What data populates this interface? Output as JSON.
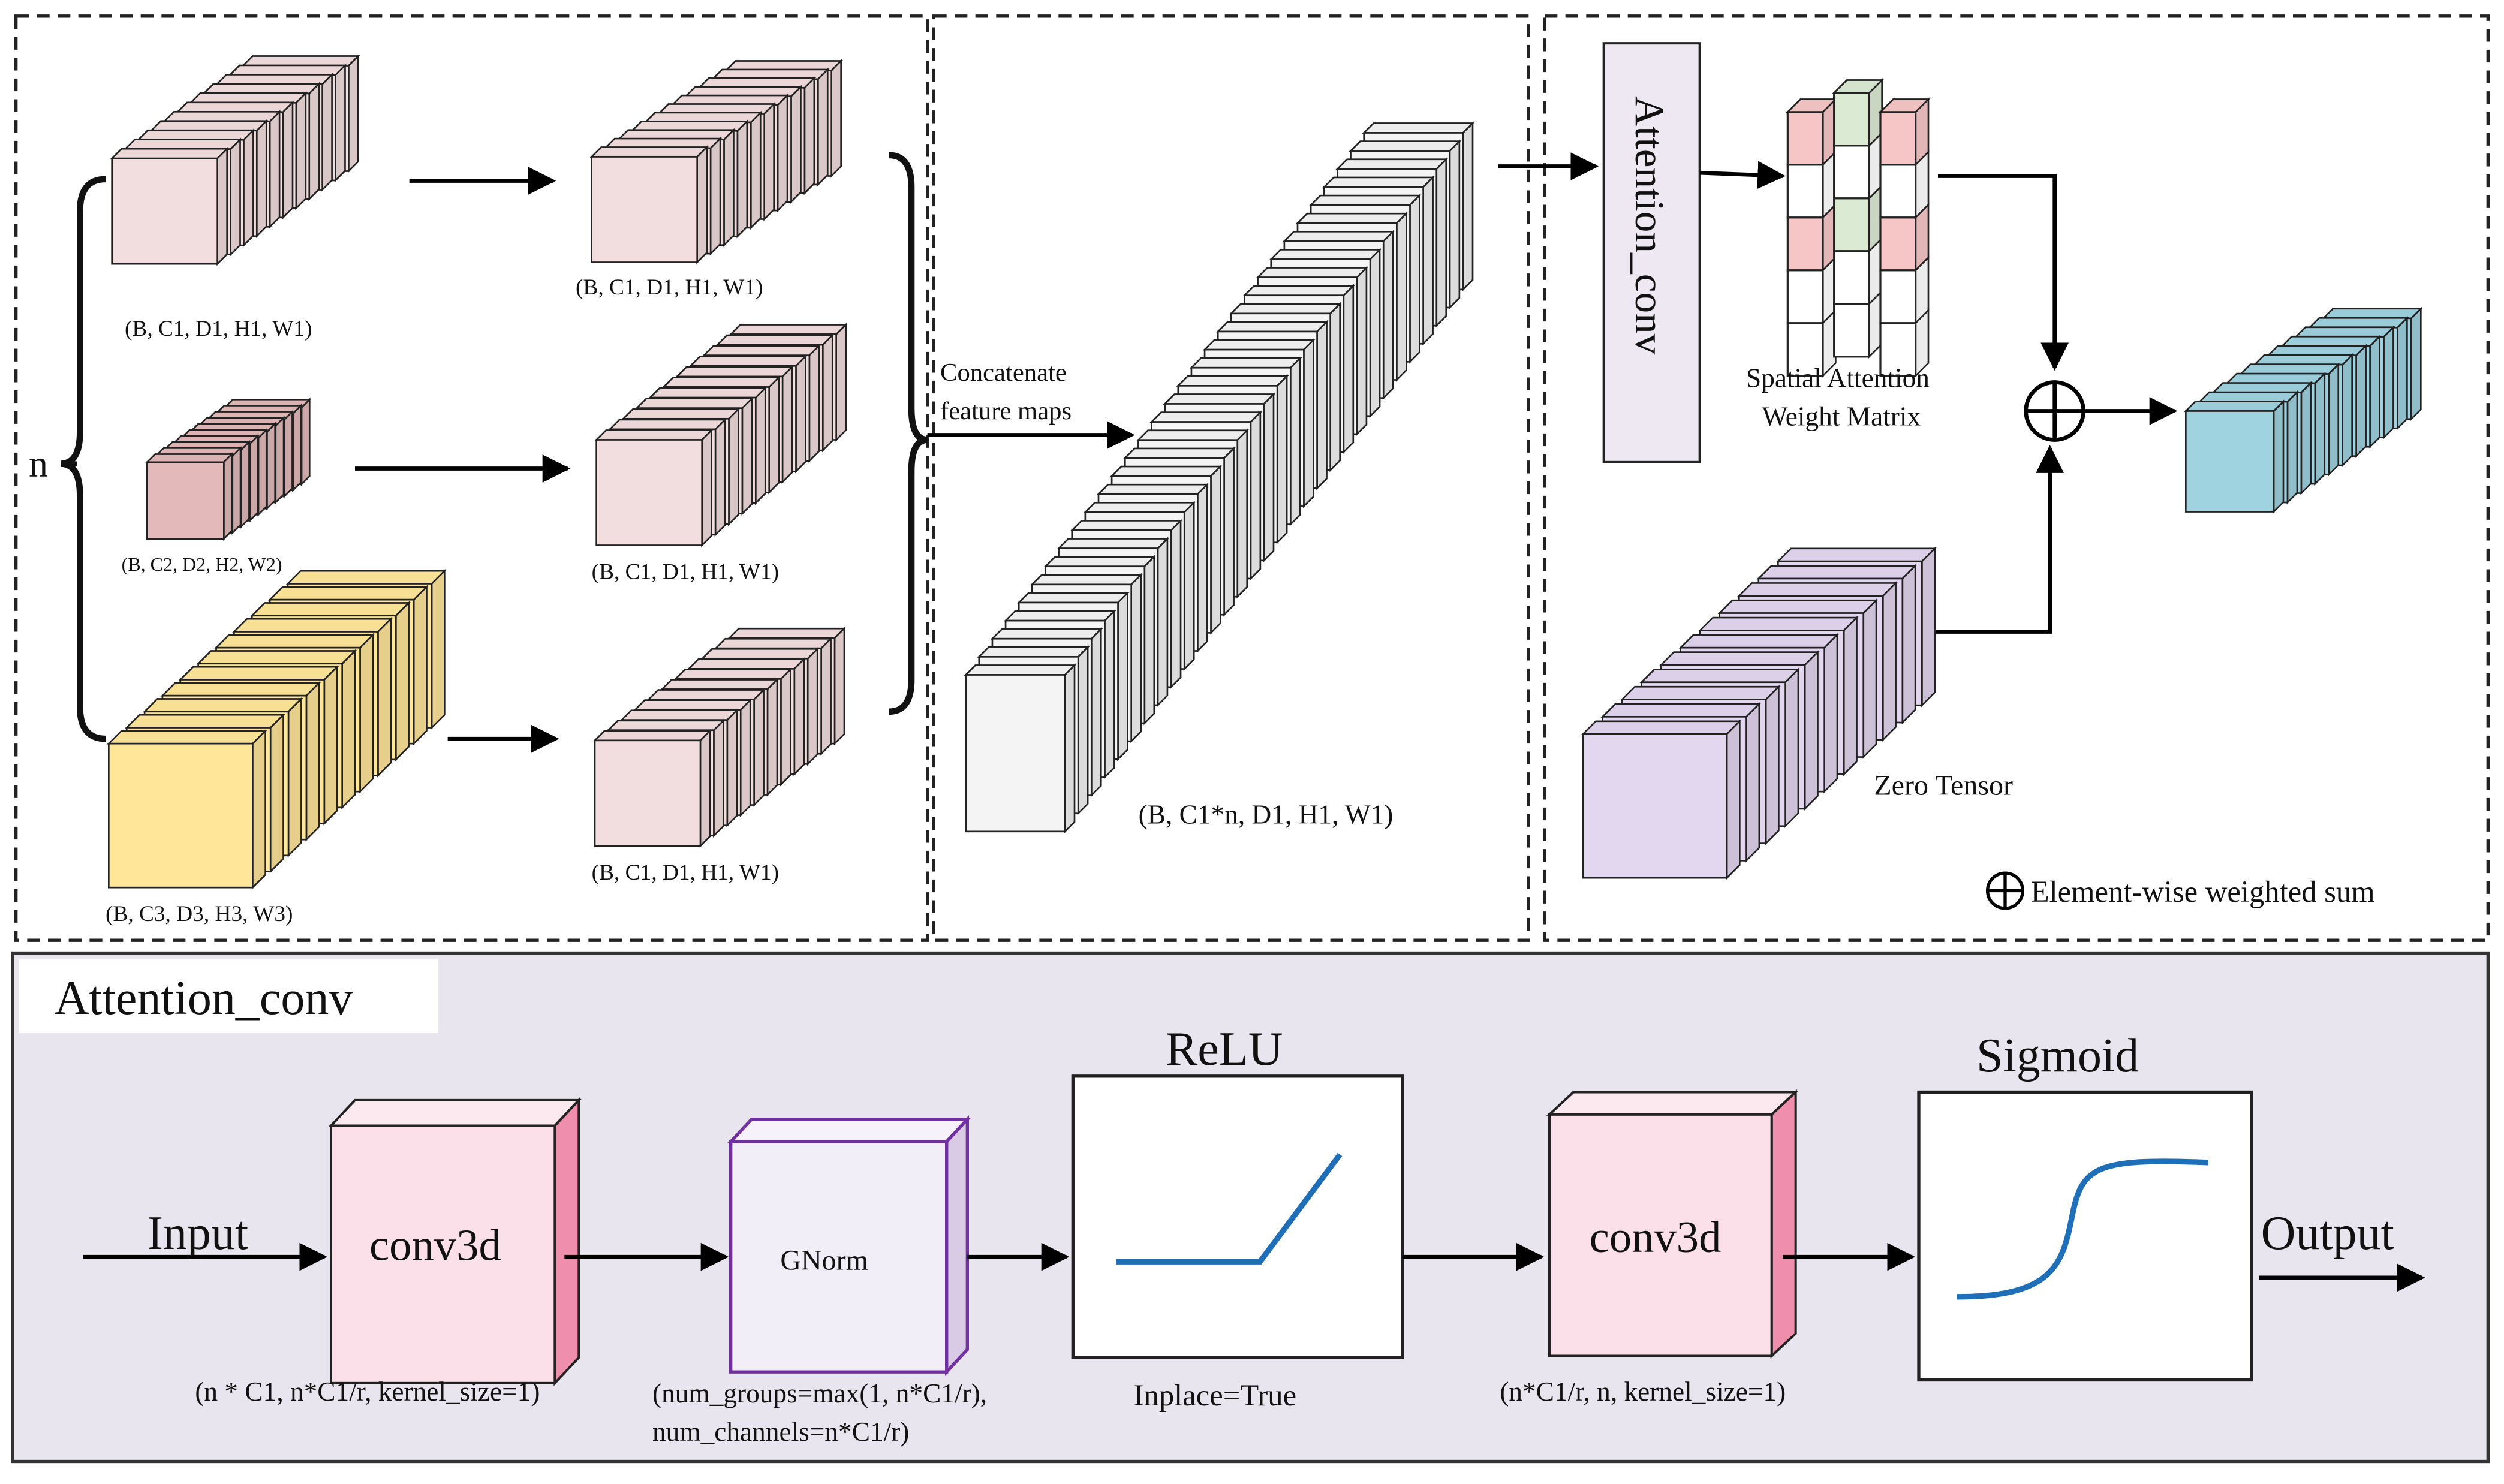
{
  "shapes": {
    "b1": "(B, C1, D1, H1, W1)",
    "b2": "(B, C2, D2, H2, W2)",
    "b3": "(B, C3, D3, H3, W3)"
  },
  "aligned": {
    "a1": "(B, C1, D1, H1, W1)",
    "a2": "(B, C1, D1, H1, W1)",
    "a3": "(B, C1, D1, H1, W1)"
  },
  "n_label": "n",
  "concat": {
    "line1": "Concatenate",
    "line2": "feature maps",
    "shape": "(B, C1*n, D1, H1, W1)"
  },
  "attention": {
    "box_label": "Attention_conv",
    "matrix_line1": "Spatial Attention",
    "matrix_line2": "Weight Matrix",
    "zero_tensor": "Zero Tensor",
    "legend": "Element-wise weighted sum"
  },
  "bottom": {
    "title": "Attention_conv",
    "input": "Input",
    "output": "Output",
    "conv1_label": "conv3d",
    "conv1_params": "(n * C1, n*C1/r, kernel_size=1)",
    "gnorm_label": "GNorm",
    "gnorm_params_1": "(num_groups=max(1, n*C1/r),",
    "gnorm_params_2": "num_channels=n*C1/r)",
    "relu_title": "ReLU",
    "relu_params": "Inplace=True",
    "conv2_label": "conv3d",
    "conv2_params": "(n*C1/r, n, kernel_size=1)",
    "sigmoid_title": "Sigmoid"
  },
  "colors": {
    "pink_face": "#f2dede",
    "pink_dark_face": "#e3b9b9",
    "yellow_face": "#ffe699",
    "white_face": "#f4f4f4",
    "lavender_face": "#e3d6ef",
    "teal_face": "#9fd3e0",
    "attn_box": "#ede8f2",
    "bottom_panel": "#e8e5ee",
    "conv_face": "#fbe0ea",
    "conv_side": "#f08fad",
    "gnorm_border": "#7030a0",
    "curve": "#1f6fb8",
    "matrix_red": "#f6c6c6",
    "matrix_green": "#dbead3"
  }
}
